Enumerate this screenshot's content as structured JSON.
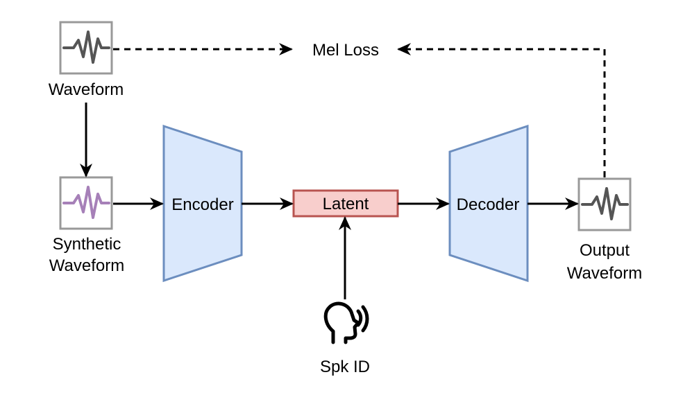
{
  "nodes": {
    "waveform_label": "Waveform",
    "synthetic_waveform_label": [
      "Synthetic",
      "Waveform"
    ],
    "encoder_label": "Encoder",
    "latent_label": "Latent",
    "decoder_label": "Decoder",
    "output_waveform_label": [
      "Output",
      "Waveform"
    ],
    "mel_loss_label": "Mel Loss",
    "spk_id_label": "Spk ID"
  },
  "icons": {
    "waveform": "waveform-icon",
    "synthetic_waveform": "waveform-icon",
    "output_waveform": "waveform-icon",
    "speaker": "speaking-head-icon"
  },
  "colors": {
    "encoder_fill": "#dae8fc",
    "encoder_stroke": "#6c8ebf",
    "latent_fill": "#f8cecc",
    "latent_stroke": "#b85450",
    "icon_frame": "#999999",
    "wave_gray": "#555555",
    "wave_purple": "#a680b8",
    "line": "#000000"
  }
}
